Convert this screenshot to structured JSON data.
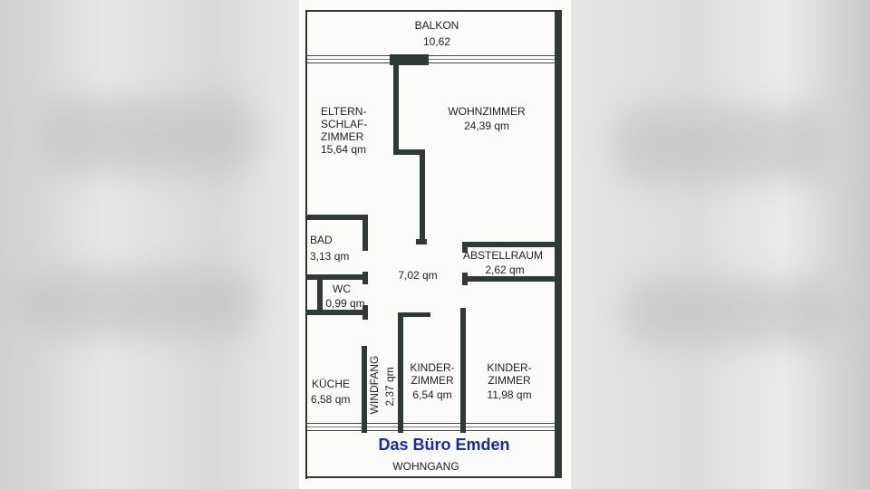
{
  "floor_plan": {
    "rooms": {
      "balkon": {
        "name": "BALKON",
        "area": "10,62"
      },
      "elternschlafzimmer": {
        "name_lines": [
          "ELTERN-",
          "SCHLAF-",
          "ZIMMER"
        ],
        "area": "15,64 qm"
      },
      "wohnzimmer": {
        "name": "WOHNZIMMER",
        "area": "24,39 qm"
      },
      "bad": {
        "name": "BAD",
        "area": "3,13 qm"
      },
      "flur": {
        "area": "7,02 qm"
      },
      "abstellraum": {
        "name": "ABSTELLRAUM",
        "area": "2,62 qm"
      },
      "wc": {
        "name": "WC",
        "area": "0,99 qm"
      },
      "kueche": {
        "name": "KÜCHE",
        "area": "6,58 qm"
      },
      "windfang": {
        "name": "WINDFANG",
        "area": "2,37 qm"
      },
      "kinderzimmer_1": {
        "name_lines": [
          "KINDER-",
          "ZIMMER"
        ],
        "area": "6,54 qm"
      },
      "kinderzimmer_2": {
        "name_lines": [
          "KINDER-",
          "ZIMMER"
        ],
        "area": "11,98 qm"
      },
      "wohngang": {
        "name": "WOHNGANG"
      }
    },
    "watermark": "Das Büro Emden",
    "colors": {
      "walls": "#2f3a37",
      "watermark": "#1a2aa0"
    }
  }
}
